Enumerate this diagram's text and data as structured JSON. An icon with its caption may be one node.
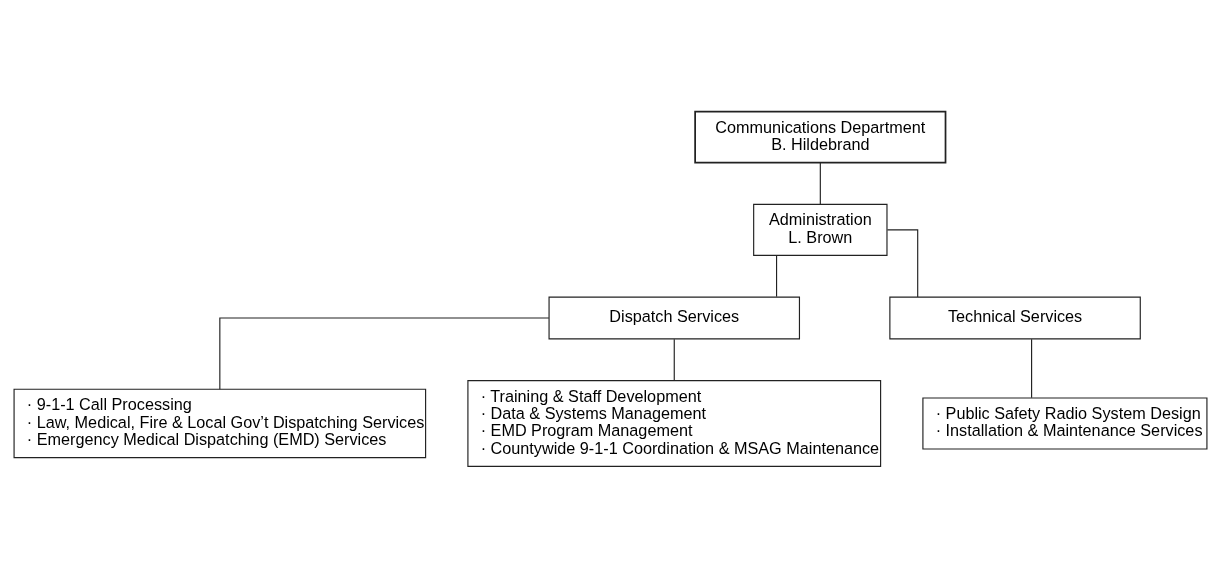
{
  "diagram": {
    "nodes": [
      {
        "text": [
          "Communications Department",
          "B. Hildebrand"
        ]
      },
      {
        "text": [
          "Administration",
          "L. Brown"
        ]
      },
      {
        "text": [
          "Dispatch Services"
        ]
      },
      {
        "text": [
          "Technical Services"
        ]
      },
      {
        "text": [
          "· 9-1-1 Call Processing",
          "· Law, Medical, Fire & Local Gov’t Dispatching Services",
          "· Emergency Medical Dispatching (EMD) Services"
        ]
      },
      {
        "text": [
          "· Training & Staff Development",
          "· Data & Systems Management",
          "· EMD Program Management",
          "· Countywide 9-1-1 Coordination & MSAG Maintenance"
        ]
      },
      {
        "text": [
          "· Public Safety Radio System Design",
          "· Installation & Maintenance Services"
        ]
      }
    ],
    "edges": [
      {
        "from": 0,
        "to": 1,
        "arrow": "none"
      },
      {
        "from": 1,
        "to": 2,
        "arrow": "none"
      },
      {
        "from": 1,
        "to": 3,
        "arrow": "none"
      },
      {
        "from": 2,
        "to": 4,
        "arrow": "none"
      },
      {
        "from": 2,
        "to": 5,
        "arrow": "none"
      },
      {
        "from": 3,
        "to": 6,
        "arrow": "none"
      }
    ]
  }
}
